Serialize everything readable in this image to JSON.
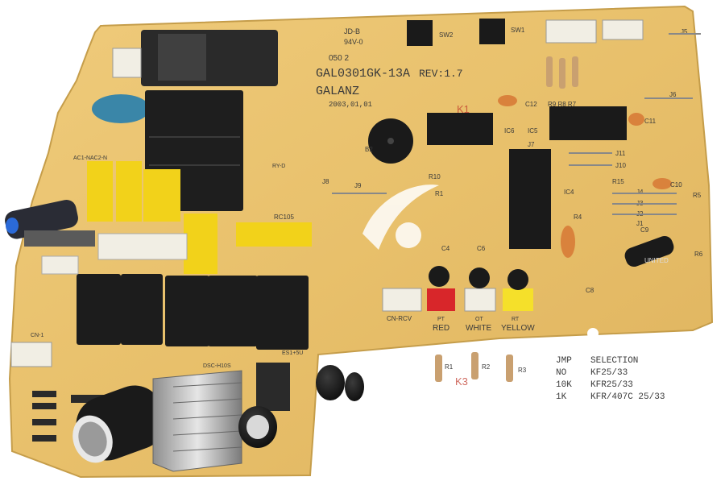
{
  "board": {
    "model": "GAL0301GK-13A",
    "revision": "REV:1.7",
    "brand": "GALANZ",
    "date": "2003,01,01",
    "cert_mark": "JD-B",
    "rating": "94V-0",
    "lot": "050 2"
  },
  "connectors": {
    "cn_rcv": "CN-RCV",
    "pt": "PT",
    "ot": "OT",
    "rt": "RT",
    "red": "RED",
    "white": "WHITE",
    "yellow": "YELLOW",
    "cn1": "CN-1",
    "ac_mark": "AC1-NAC2-N",
    "ry": "RY-D",
    "dsc": "DSC-H10S",
    "fuse": "ES1+5U"
  },
  "refs": {
    "sw2": "SW2",
    "sw1": "SW1",
    "ic6": "IC6",
    "ic5": "IC5",
    "ic4": "IC4",
    "c12": "C12",
    "c11": "C11",
    "c10": "C10",
    "c9": "C9",
    "c8": "C8",
    "c6": "C6",
    "c4": "C4",
    "r9r8r7": "R9 R8 R7",
    "j1": "J1",
    "j2": "J2",
    "j3": "J3",
    "j4": "J4",
    "j5": "J5",
    "j6": "J6",
    "j7": "J7",
    "j8": "J8",
    "j9": "J9",
    "j10": "J10",
    "j11": "J11",
    "r1": "R1",
    "r2": "R2",
    "r3": "R3",
    "r4": "R4",
    "r5": "R5",
    "r6": "R6",
    "r10": "R10",
    "r15": "R15",
    "b2": "B2",
    "rc105": "RC105",
    "k1": "K1",
    "k3": "K3",
    "united": "UNITED"
  },
  "jumper_table": {
    "header": [
      "JMP",
      "SELECTION"
    ],
    "rows": [
      [
        "NO",
        "KF25/33"
      ],
      [
        "10K",
        "KFR25/33"
      ],
      [
        "1K",
        "KFR/407C 25/33"
      ]
    ]
  },
  "colors": {
    "pcb": "#e8c270",
    "relay": "#1e1e1e",
    "capacitor_yellow": "#f2d21a",
    "connector": "#f1eee4",
    "red_connector": "#d8262a",
    "yellow_connector": "#f5e02a"
  }
}
